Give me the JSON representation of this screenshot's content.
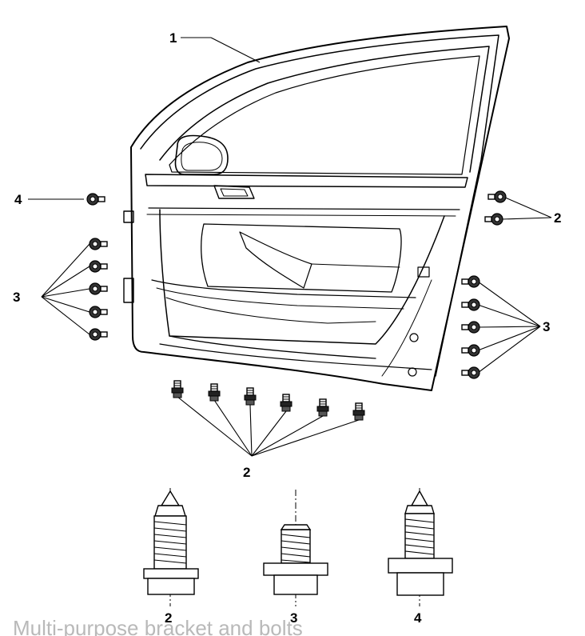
{
  "callouts": {
    "door": "1",
    "bolt_group_right_top": "2",
    "bolt_group_bottom": "2",
    "stud_left_top": "4",
    "bolt_group_left": "3",
    "bolt_group_right": "3"
  },
  "fastener_labels": {
    "fastener_2": "2",
    "fastener_3": "3",
    "fastener_4": "4"
  },
  "caption": "Multi-purpose bracket and bolts"
}
